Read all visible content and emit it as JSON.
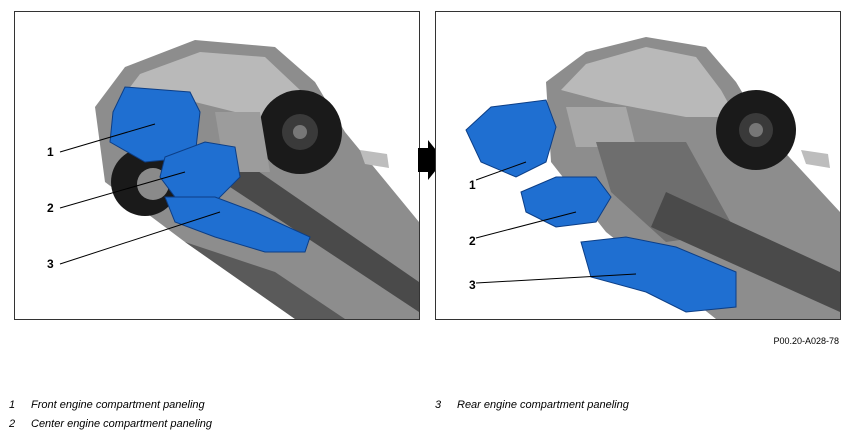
{
  "figure": {
    "before_callouts": [
      "1",
      "2",
      "3"
    ],
    "after_callouts": [
      "1",
      "2",
      "3"
    ],
    "reference": "P00.20-A028-78"
  },
  "legend": [
    {
      "num": "1",
      "text": "Front engine compartment paneling"
    },
    {
      "num": "2",
      "text": "Center engine compartment paneling"
    },
    {
      "num": "3",
      "text": "Rear engine compartment paneling"
    }
  ],
  "colors": {
    "panel_blue": "#1f6fd1",
    "car_body": "#6b6b6b",
    "tire": "#1a1a1a"
  }
}
